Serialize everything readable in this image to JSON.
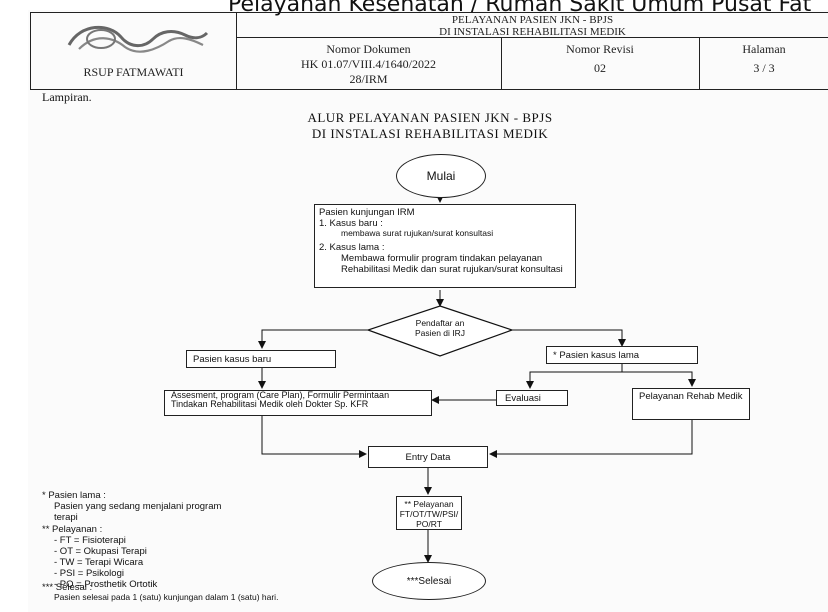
{
  "overflow_title": "Pelayanan Kesehatan / Rumah Sakit Umum Pusat Fat",
  "header": {
    "logo_text": "RSUP FATMAWATI",
    "doc_title_1": "PELAYANAN PASIEN JKN - BPJS",
    "doc_title_2": "DI INSTALASI REHABILITASI MEDIK",
    "nomor_dokumen_label": "Nomor Dokumen",
    "nomor_dokumen_value_1": "HK 01.07/VIII.4/1640/2022",
    "nomor_dokumen_value_2": "28/IRM",
    "nomor_revisi_label": "Nomor Revisi",
    "nomor_revisi_value": "02",
    "halaman_label": "Halaman",
    "halaman_value": "3 / 3"
  },
  "lampiran": "Lampiran.",
  "title_1": "ALUR PELAYANAN PASIEN JKN - BPJS",
  "title_2": "DI INSTALASI REHABILITASI MEDIK",
  "flow": {
    "start": "Mulai",
    "kunjungan": {
      "heading": "Pasien kunjungan IRM",
      "item1_title": "1.   Kasus baru :",
      "item1_text": "membawa surat rujukan/surat konsultasi",
      "item2_title": "2.   Kasus lama :",
      "item2_text": "Membawa formulir program tindakan pelayanan Rehabilitasi Medik dan surat rujukan/surat konsultasi"
    },
    "decision": "Pendaftar an Pasien di IRJ",
    "kasus_baru": "Pasien kasus baru",
    "kasus_lama": "* Pasien kasus lama",
    "assesment": "Assesment, program (Care Plan), Formulir Permintaan Tindakan Rehabilitasi Medik  oleh Dokter Sp. KFR",
    "evaluasi": "Evaluasi",
    "pelayanan_rehab": "Pelayanan Rehab Medik",
    "entry": "Entry Data",
    "pelayanan": "** Pelayanan FT/OT/TW/PSI/ PO/RT",
    "end": "***Selesai"
  },
  "notes": {
    "n1_title": "*   Pasien lama :",
    "n1_text": "Pasien yang sedang menjalani program terapi",
    "n2_title": "**   Pelayanan :",
    "n2_items": [
      "- FT    = Fisioterapi",
      "- OT   = Okupasi Terapi",
      "- TW  = Terapi Wicara",
      "- PSI  = Psikologi",
      "- PO  = Prosthetik Ortotik"
    ],
    "n3_title": "*** Selesai :",
    "n3_text": "Pasien selesai pada 1 (satu) kunjungan dalam 1 (satu) hari."
  }
}
